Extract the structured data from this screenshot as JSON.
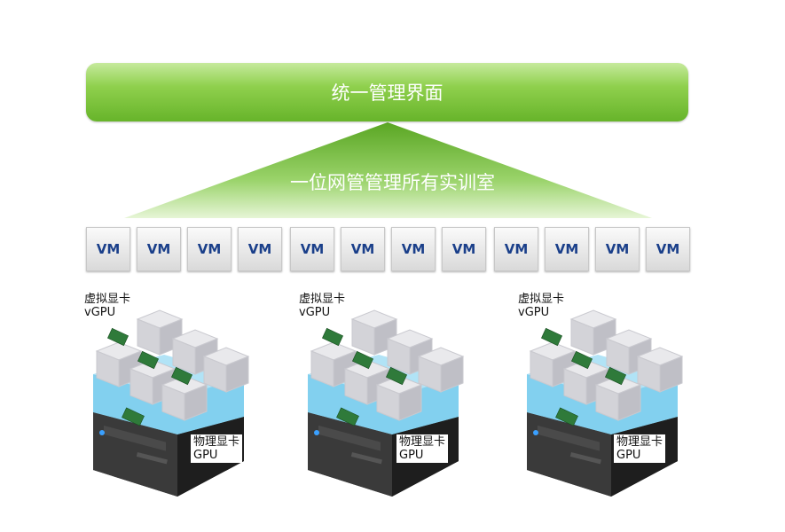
{
  "banner": {
    "title": "统一管理界面"
  },
  "pyramid": {
    "label": "一位网管管理所有实训室"
  },
  "vms": [
    "VM",
    "VM",
    "VM",
    "VM",
    "VM",
    "VM",
    "VM",
    "VM",
    "VM",
    "VM",
    "VM",
    "VM"
  ],
  "hosts": [
    {
      "virtual_label": "虚拟显卡",
      "virtual_sub": "vGPU",
      "physical_label": "物理显卡",
      "physical_sub": "GPU"
    },
    {
      "virtual_label": "虚拟显卡",
      "virtual_sub": "vGPU",
      "physical_label": "物理显卡",
      "physical_sub": "GPU"
    },
    {
      "virtual_label": "虚拟显卡",
      "virtual_sub": "vGPU",
      "physical_label": "物理显卡",
      "physical_sub": "GPU"
    }
  ],
  "colors": {
    "green_light": "#c6ea9c",
    "green_dark": "#67b42a",
    "vm_text": "#1a3f8a",
    "water": "#5fc6ea",
    "server": "#2a2a2a"
  }
}
